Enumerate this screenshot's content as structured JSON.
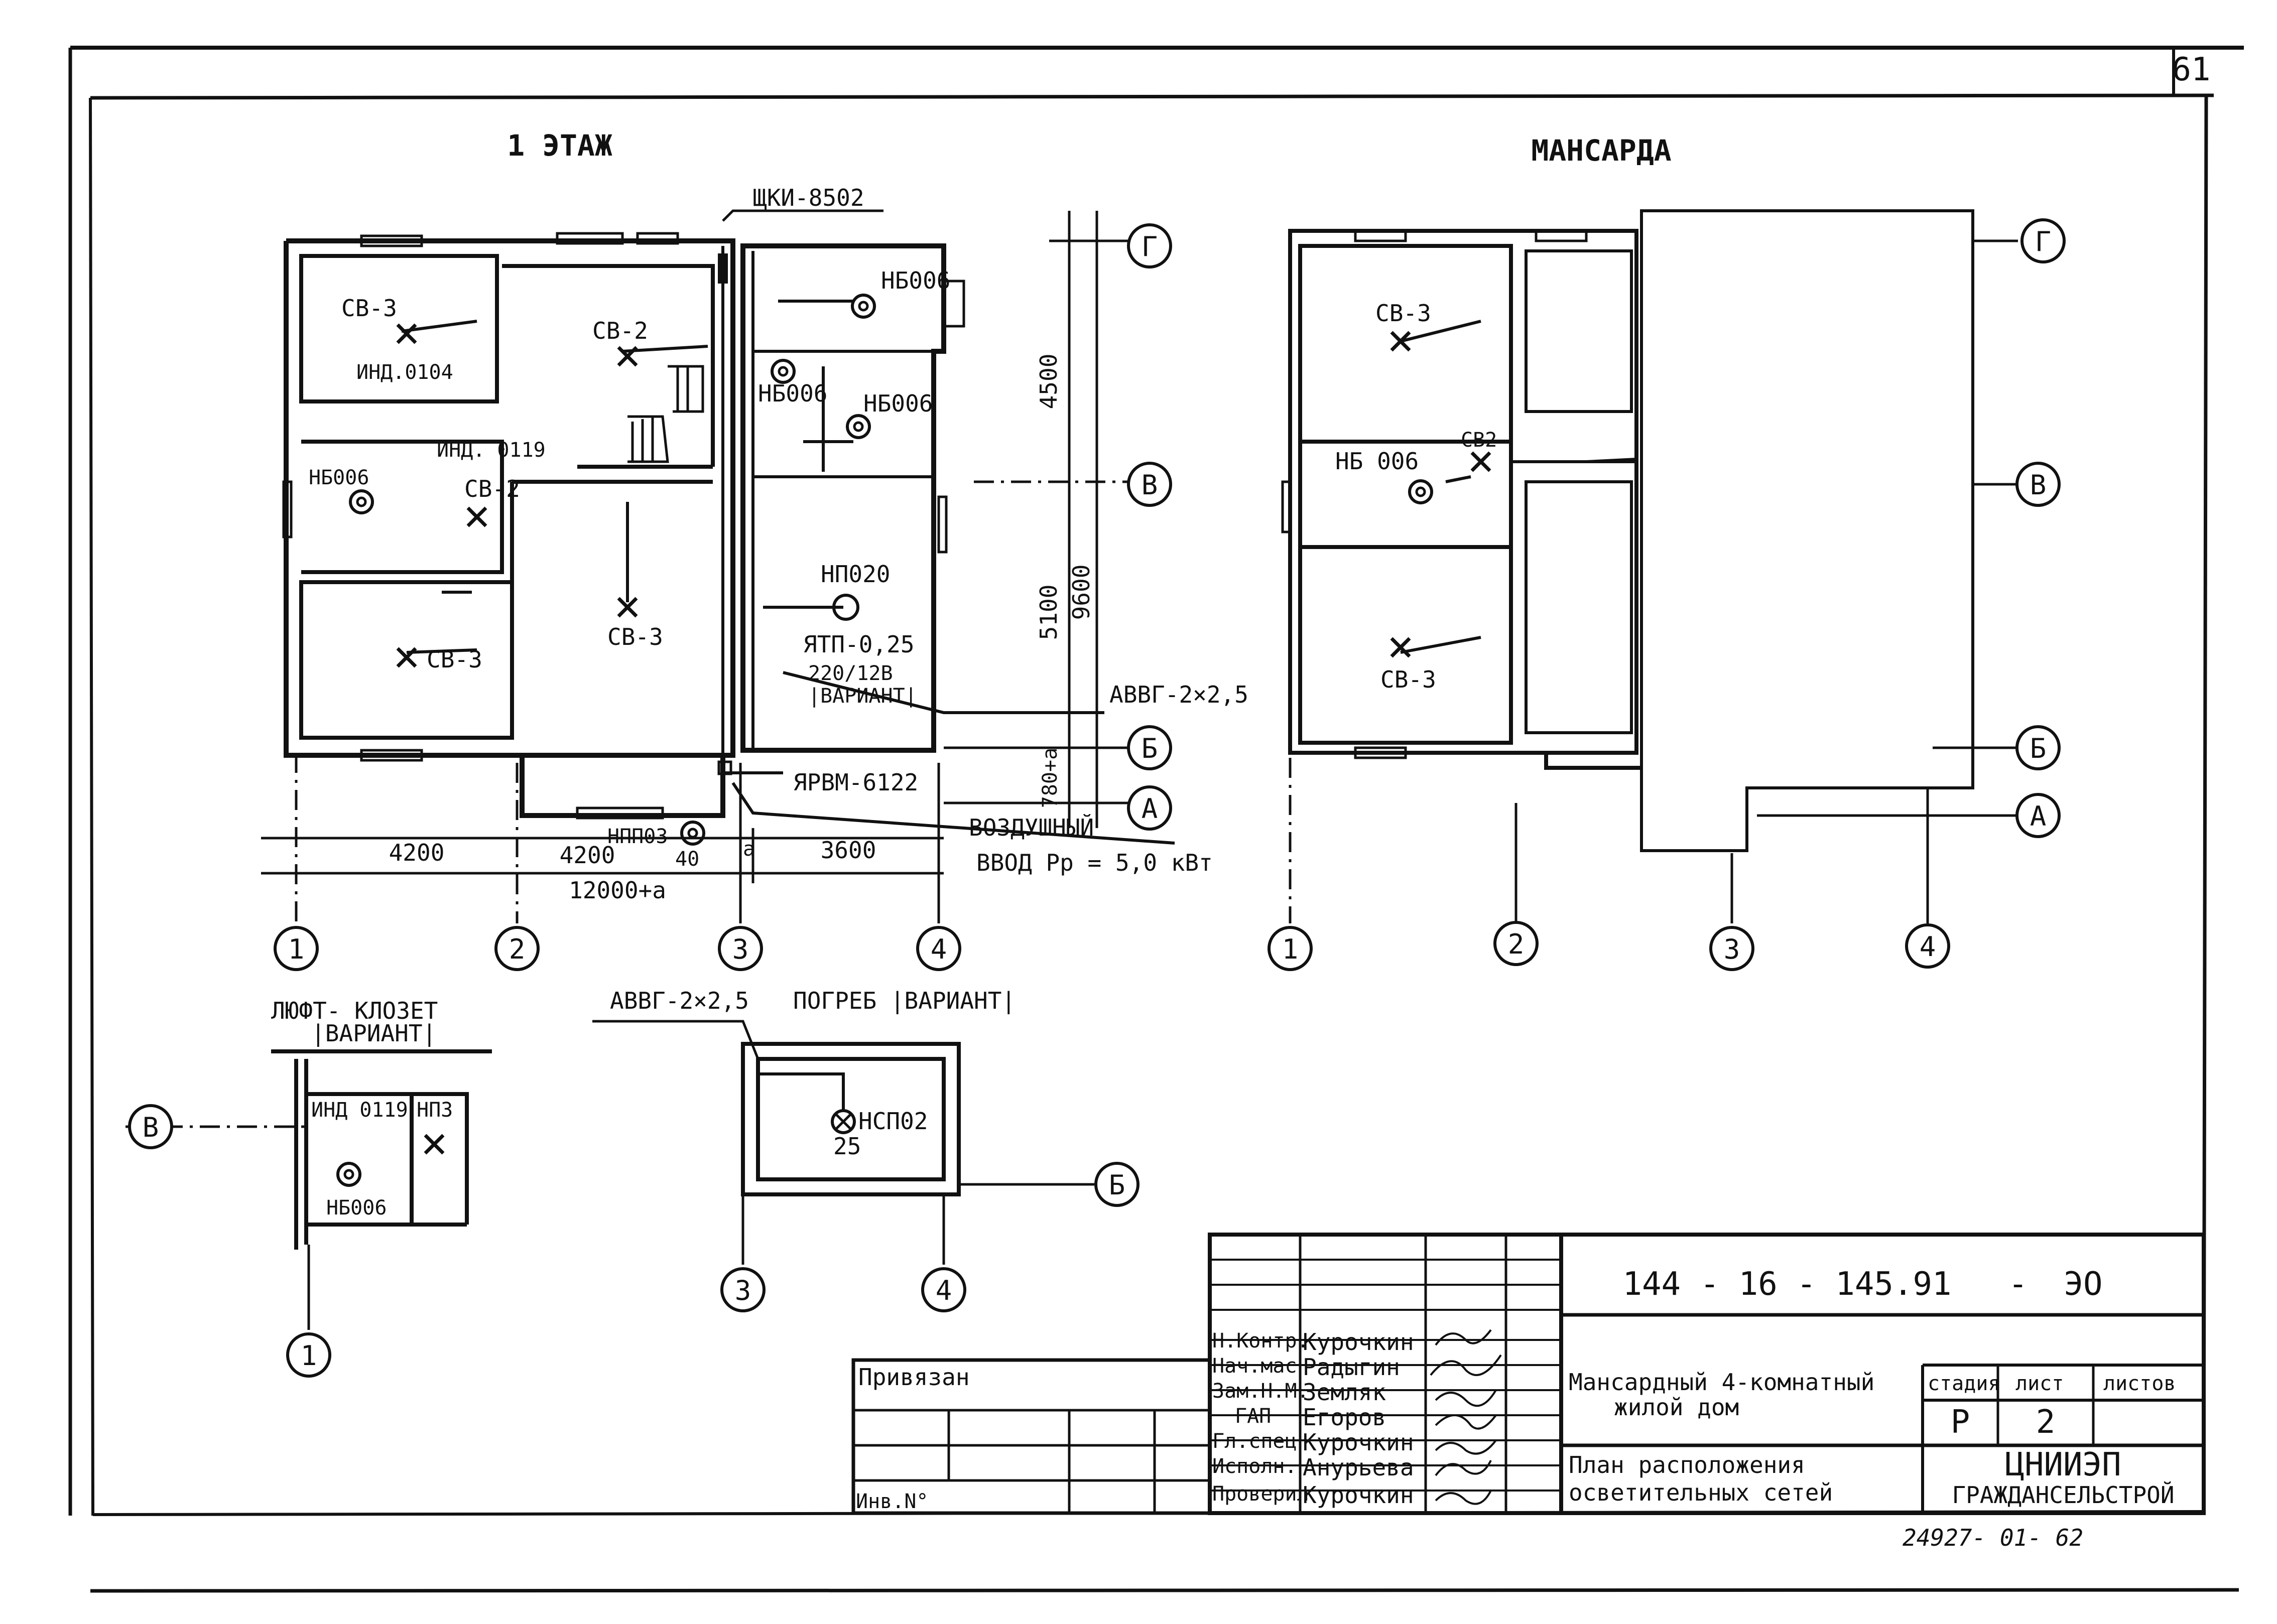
{
  "sheet": {
    "page_number": "61",
    "bottom_note": "24927- 01- 62"
  },
  "plan1": {
    "title": "1 ЭТАЖ",
    "panel": "ЩКИ-8502",
    "rooms": {
      "sv3_tl": "СВ-3",
      "ind0104": "ИНД.0104",
      "sv2_c": "СВ-2",
      "nb006_tr": "НБ006",
      "nb006_ml": "НБ006",
      "nb006_mr": "НБ006",
      "nb006_w": "НБ006",
      "ind0119": "ИНД. 0119",
      "sv2_w": "СВ-2",
      "sv3_bl": "СВ-3",
      "sv3_bc": "СВ-3",
      "np020": "НП020",
      "ytp": "ЯТП-0,25",
      "ytp_v": "220/12В",
      "ytp_var": "|ВАРИАНТ|",
      "cable": "АВВГ-2×2,5",
      "yrvm": "ЯРВМ-6122",
      "npp03": "НПП03",
      "lamp40": "40",
      "a_gap": "а",
      "entry1": "ВОЗДУШНЫЙ",
      "entry2": "ВВОД  Рр = 5,0 кВт"
    },
    "dims": {
      "d4500": "4500",
      "d5100": "5100",
      "d9600": "9600",
      "d780": "780+а",
      "d4200a": "4200",
      "d4200b": "4200",
      "d3600": "3600",
      "total": "12000+а"
    },
    "axes": [
      "1",
      "2",
      "3",
      "4",
      "Г",
      "В",
      "Б",
      "А"
    ]
  },
  "plan2": {
    "title": "МАНСАРДА",
    "labels": {
      "sv3_t": "СВ-3",
      "sv2": "СВ2",
      "nb006": "НБ 006",
      "sv3_b": "СВ-3"
    },
    "axes": [
      "1",
      "2",
      "3",
      "4",
      "Г",
      "В",
      "Б",
      "А"
    ]
  },
  "closet": {
    "title": "ЛЮФТ- КЛОЗЕТ",
    "variant": "|ВАРИАНТ|",
    "ind0119": "ИНД 0119",
    "np3": "НП3",
    "nb006": "НБ006",
    "axis_v": "В",
    "axis_1": "1"
  },
  "cellar": {
    "title": "ПОГРЕБ |ВАРИАНТ|",
    "cable": "АВВГ-2×2,5",
    "lamp": "НСП02",
    "power": "25",
    "axis_b": "Б",
    "axis_3": "3",
    "axis_4": "4"
  },
  "title_block": {
    "doc_code": "144 - 16 - 145.91",
    "dash": "-",
    "section": "ЭО",
    "roles": [
      "Н.Контр.",
      "Нач.мас",
      "Зам.Н.М.",
      "ГАП",
      "Гл.спец",
      "Исполн.",
      "Проверил"
    ],
    "names": [
      "Курочкин",
      "Радыгин",
      "Земляк",
      "Егоров",
      "Курочкин",
      "Анурьева",
      "Курочкин"
    ],
    "privyazan": "Привязан",
    "inv": "Инв.N°",
    "object1": "Мансардный 4-комнатный",
    "object2": "жилой дом",
    "stage_h": "стадия",
    "sheet_h": "лист",
    "sheets_h": "листов",
    "stage": "Р",
    "sheet": "2",
    "sheet_title1": "План расположения",
    "sheet_title2": "осветительных сетей",
    "org1": "ЦНИИЭП",
    "org2": "ГРАЖДАНСЕЛЬСТРОЙ"
  }
}
